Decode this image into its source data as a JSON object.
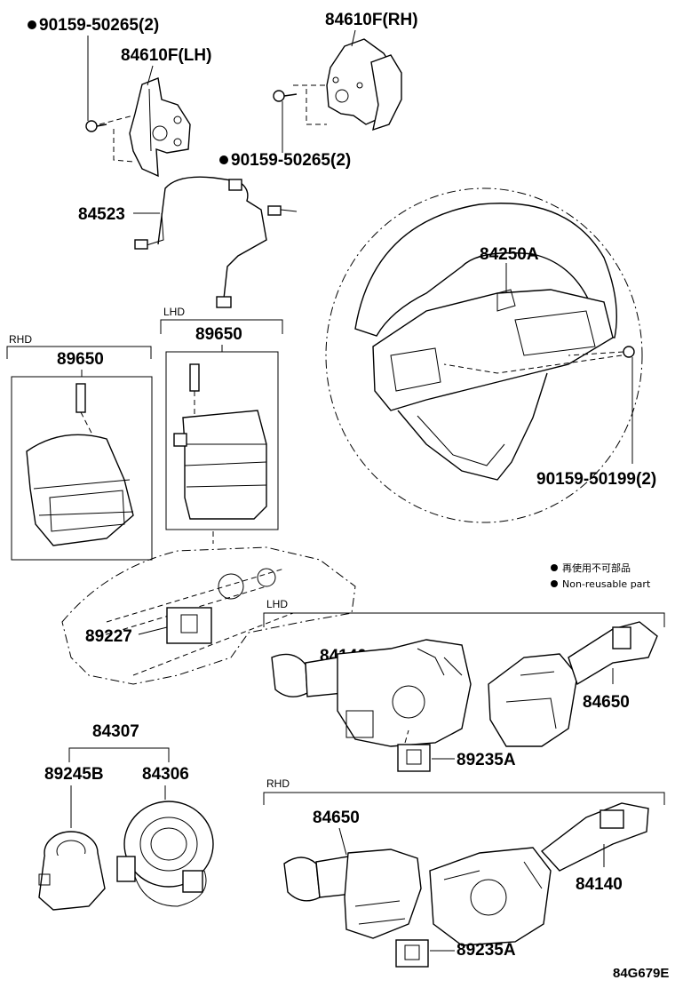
{
  "labels": {
    "bolt_lh": "90159-50265(2)",
    "paddle_rh": "84610F(RH)",
    "paddle_lh": "84610F(LH)",
    "bolt_rh": "90159-50265(2)",
    "wire": "84523",
    "wheel": "84250A",
    "airbag_lhd": "89650",
    "airbag_rhd": "89650",
    "wheel_bolt": "90159-50199(2)",
    "sensor": "89227",
    "lhd_switch_left": "84140",
    "lhd_switch_right": "84650",
    "lhd_sensor": "89235A",
    "clock_assy": "84307",
    "clock_cover": "89245B",
    "clock_spring": "84306",
    "rhd_switch_left": "84650",
    "rhd_switch_right": "84140",
    "rhd_sensor": "89235A",
    "figure_code": "84G679E"
  },
  "tags": {
    "lhd_airbag": "LHD",
    "rhd_airbag": "RHD",
    "lhd_switches": "LHD",
    "rhd_switches": "RHD"
  },
  "legend": {
    "jp": "再使用不可部品",
    "en": "Non-reusable part"
  }
}
